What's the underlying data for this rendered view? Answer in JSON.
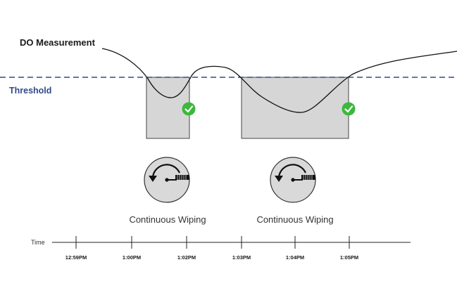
{
  "series_label": "DO Measurement",
  "threshold_label": "Threshold",
  "time_axis_label": "Time",
  "time_ticks": [
    "12:59PM",
    "1:00PM",
    "1:02PM",
    "1:03PM",
    "1:04PM",
    "1:05PM"
  ],
  "events": [
    {
      "label": "Continuous Wiping",
      "status_icon": "check-circle-icon",
      "wiper_icon": "wiper-dial-icon"
    },
    {
      "label": "Continuous Wiping",
      "status_icon": "check-circle-icon",
      "wiper_icon": "wiper-dial-icon"
    }
  ],
  "colors": {
    "threshold": "#2e4a8a",
    "check": "#3cb83c",
    "box_fill": "#d6d6d6",
    "curve": "#111111"
  }
}
